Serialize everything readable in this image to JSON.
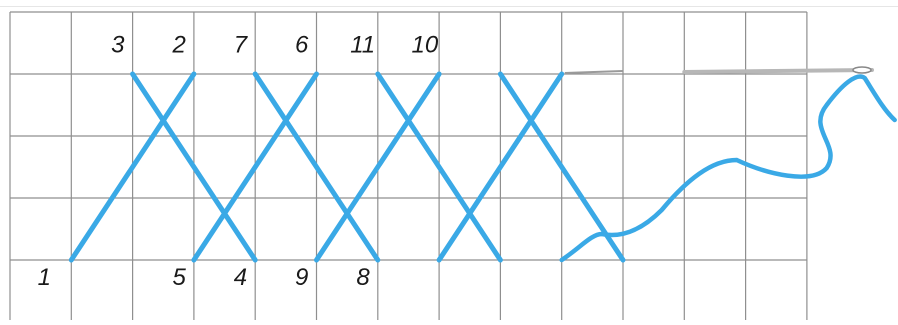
{
  "diagram": {
    "kind": "cross-stitch-sequence",
    "grid": {
      "columns": 13,
      "rows": 5,
      "line_color": "#8f8f8f"
    },
    "thread_color": "#3aa9e6",
    "needle": {
      "color": "#b7b7b7"
    },
    "labels": [
      {
        "text": "3",
        "col": 1.65,
        "row": 0.65
      },
      {
        "text": "2",
        "col": 2.65,
        "row": 0.65
      },
      {
        "text": "7",
        "col": 3.65,
        "row": 0.65
      },
      {
        "text": "6",
        "col": 4.65,
        "row": 0.65
      },
      {
        "text": "11",
        "col": 5.55,
        "row": 0.65
      },
      {
        "text": "10",
        "col": 6.55,
        "row": 0.65
      },
      {
        "text": "1",
        "col": 0.45,
        "row": 4.4
      },
      {
        "text": "5",
        "col": 2.65,
        "row": 4.4
      },
      {
        "text": "4",
        "col": 3.65,
        "row": 4.4
      },
      {
        "text": "9",
        "col": 4.65,
        "row": 4.4
      },
      {
        "text": "8",
        "col": 5.65,
        "row": 4.4
      }
    ],
    "stitches": [
      {
        "from": [
          1,
          4
        ],
        "to": [
          3,
          1
        ]
      },
      {
        "from": [
          2,
          1
        ],
        "to": [
          4,
          4
        ]
      },
      {
        "from": [
          3,
          4
        ],
        "to": [
          5,
          1
        ]
      },
      {
        "from": [
          4,
          1
        ],
        "to": [
          6,
          4
        ]
      },
      {
        "from": [
          5,
          4
        ],
        "to": [
          7,
          1
        ]
      },
      {
        "from": [
          6,
          1
        ],
        "to": [
          8,
          4
        ]
      },
      {
        "from": [
          7,
          4
        ],
        "to": [
          9,
          1
        ]
      },
      {
        "from": [
          8,
          1
        ],
        "to": [
          10,
          4
        ]
      }
    ]
  }
}
